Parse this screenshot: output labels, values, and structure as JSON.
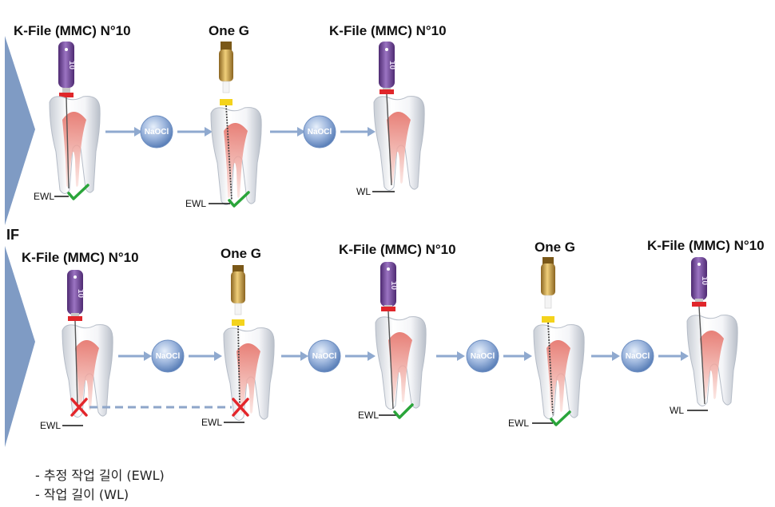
{
  "top_row": {
    "steps": [
      {
        "title": "K-File (MMC) N°10",
        "instrument": "k-file",
        "size_mark": "10",
        "stop": "red",
        "length_label": "EWL",
        "check": "green"
      },
      {
        "title": "One G",
        "instrument": "one-g",
        "stop": "yellow",
        "length_label": "EWL",
        "check": "green"
      },
      {
        "title": "K-File (MMC) N°10",
        "instrument": "k-file",
        "size_mark": "10",
        "stop": "red",
        "length_label": "WL",
        "check": "none"
      }
    ],
    "irrigant": "NaOCl"
  },
  "if_label": "IF",
  "bottom_row": {
    "steps": [
      {
        "title": "K-File (MMC) N°10",
        "instrument": "k-file",
        "size_mark": "10",
        "stop": "red",
        "length_label": "EWL",
        "check": "red-cross"
      },
      {
        "title": "One G",
        "instrument": "one-g",
        "stop": "yellow",
        "length_label": "EWL",
        "check": "red-cross"
      },
      {
        "title": "K-File (MMC) N°10",
        "instrument": "k-file",
        "size_mark": "10",
        "stop": "red",
        "length_label": "EWL",
        "check": "green"
      },
      {
        "title": "One G",
        "instrument": "one-g",
        "stop": "yellow",
        "length_label": "EWL",
        "check": "green"
      },
      {
        "title": "K-File (MMC) N°10",
        "instrument": "k-file",
        "size_mark": "10",
        "stop": "red",
        "length_label": "WL",
        "check": "none"
      }
    ],
    "irrigant": "NaOCl"
  },
  "legend": [
    "- 추정 작업 길이 (EWL)",
    "- 작업 길이 (WL)"
  ],
  "colors": {
    "side_arrow": "#7f9bc4",
    "flow_arrow": "#8fa9cf",
    "k_file_handle": "#7b4fa0",
    "one_g_handle": "#c9a24a",
    "stop_red": "#e0262a",
    "stop_yellow": "#f4d31c",
    "check_green": "#2aa53a",
    "cross_red": "#e3262b",
    "dashed_line": "#8ea6c9",
    "pulp": "#d4655e"
  }
}
